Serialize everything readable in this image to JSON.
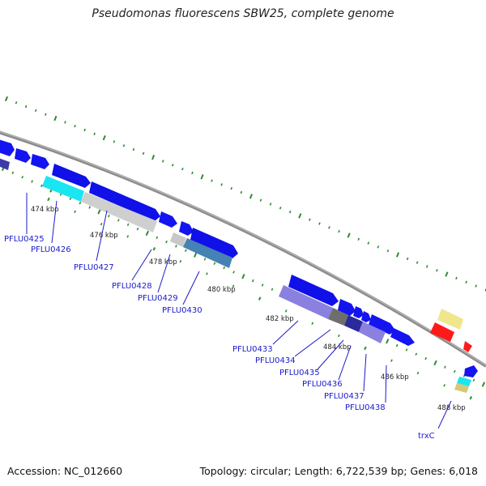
{
  "title": "Pseudomonas fluorescens SBW25, complete genome",
  "footer": {
    "accession": "Accession: NC_012660",
    "summary": "Topology: circular; Length: 6,722,539 bp; Genes: 6,018"
  },
  "kbp_labels": [
    "474 kbp",
    "476 kbp",
    "478 kbp",
    "480 kbp",
    "482 kbp",
    "484 kbp",
    "486 kbp",
    "488 kbp"
  ],
  "gene_labels": [
    "PFLU0425",
    "PFLU0426",
    "PFLU0427",
    "PFLU0428",
    "PFLU0429",
    "PFLU0430",
    "PFLU0433",
    "PFLU0434",
    "PFLU0435",
    "PFLU0436",
    "PFLU0437",
    "PFLU0438",
    "trxC"
  ],
  "colors": {
    "forward_gene": "#1010f0",
    "cds_lavender": "#8a80e0",
    "cds_cyan": "#19e6f0",
    "cds_lightgray": "#cfcfcf",
    "cds_steelblue": "#4682b4",
    "cds_khaki": "#f0e68c",
    "cds_red": "#ff1a1a",
    "backbone": "#8c8c8c",
    "tick_green": "#2e8b2e",
    "label_blue": "#1a1acc"
  }
}
